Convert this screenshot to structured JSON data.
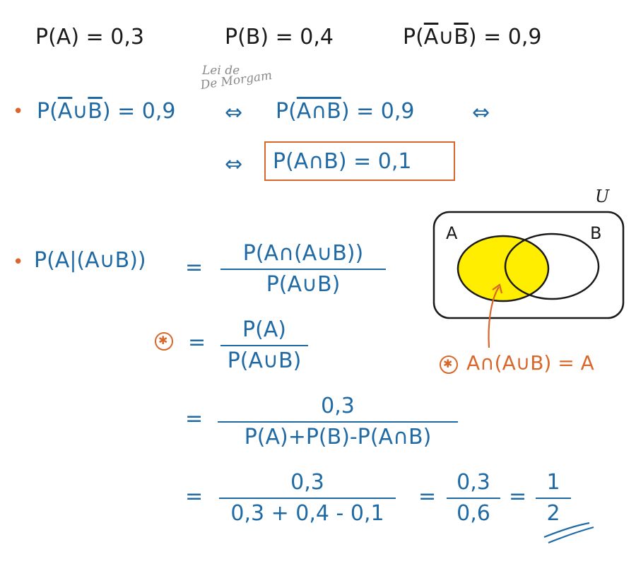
{
  "givens": {
    "pa": "P(A) = 0,3",
    "pb": "P(B) = 0,4",
    "pnotaunotb_prefix": "P(",
    "pnotaunotb_a": "A",
    "pnotaunotb_mid": "∪",
    "pnotaunotb_b": "B",
    "pnotaunotb_suffix": ") = 0,9"
  },
  "note": {
    "line1": "Lei de",
    "line2": "De Morgam"
  },
  "step1": {
    "bullet": "•",
    "lhs_prefix": "P(",
    "lhs_a": "A",
    "lhs_mid": "∪",
    "lhs_b": "B",
    "lhs_suffix": ") = 0,9",
    "equiv1": "⇔",
    "rhs_prefix": "P(",
    "rhs_over": "A∩B",
    "rhs_suffix": ") = 0,9",
    "equiv2": "⇔",
    "equiv3": "⇔",
    "result": "P(A∩B) = 0,1"
  },
  "step2": {
    "bullet": "•",
    "lhs": "P(A|(A∪B))",
    "eq1": "=",
    "frac1_num": "P(A∩(A∪B))",
    "frac1_den": "P(A∪B)",
    "star": "✱",
    "eq2": "=",
    "frac2_num": "P(A)",
    "frac2_den": "P(A∪B)",
    "eq3": "=",
    "frac3_num": "0,3",
    "frac3_den": "P(A)+P(B)-P(A∩B)",
    "eq4": "=",
    "frac4_num": "0,3",
    "frac4_den": "0,3 + 0,4 - 0,1",
    "eq5": "=",
    "frac5_num": "0,3",
    "frac5_den": "0,6",
    "eq6": "=",
    "frac6_num": "1",
    "frac6_den": "2"
  },
  "venn": {
    "universe_label": "U",
    "set_a_label": "A",
    "set_b_label": "B",
    "highlight_color": "#ffee00",
    "note_star": "✱",
    "note_text": "A∩(A∪B) = A"
  },
  "colors": {
    "ink_black": "#1a1a1a",
    "ink_blue": "#1f6aa5",
    "ink_orange": "#d9662a"
  }
}
